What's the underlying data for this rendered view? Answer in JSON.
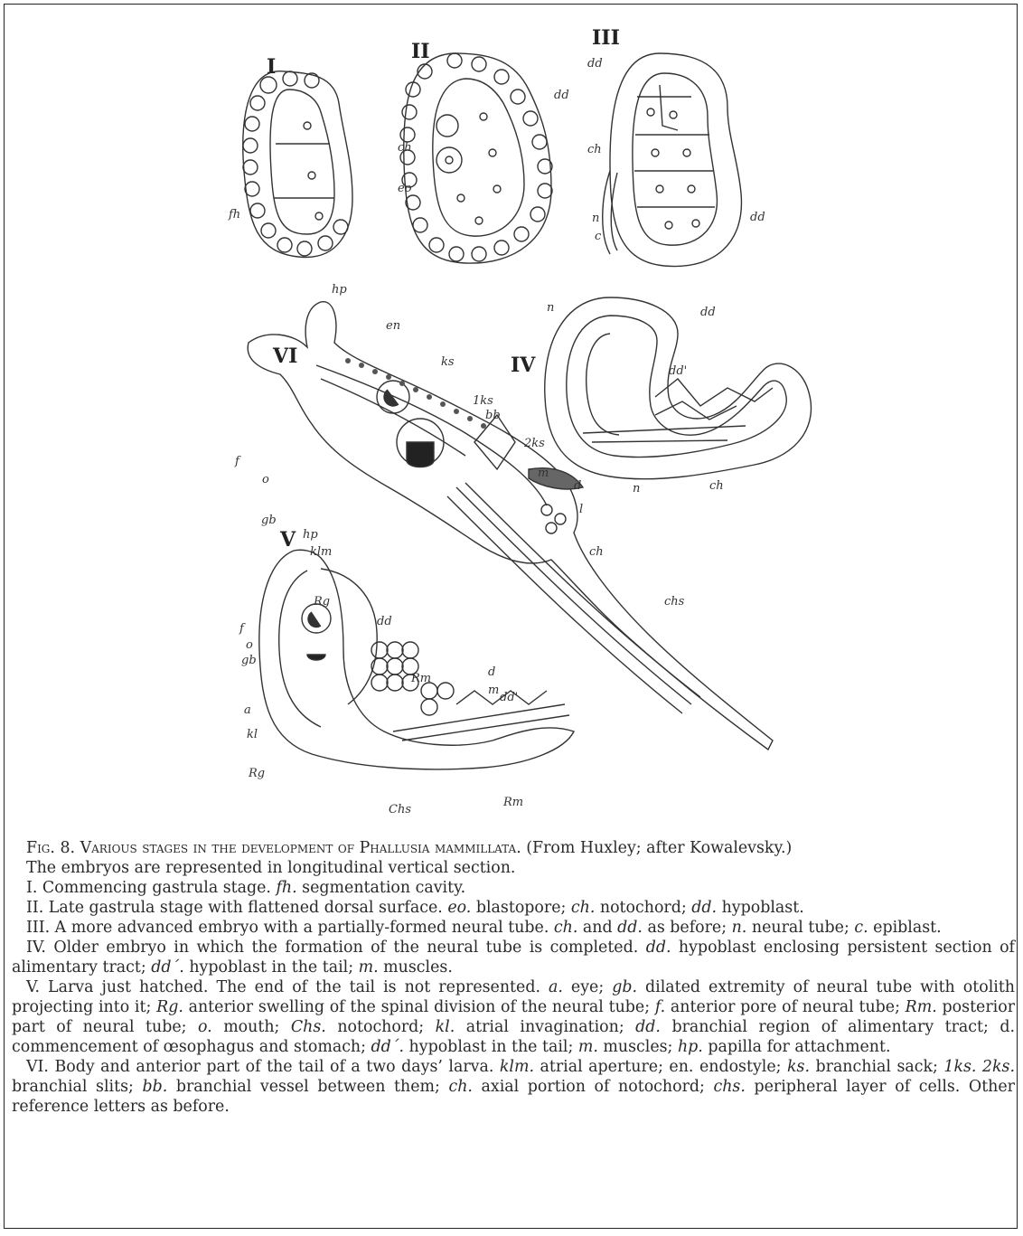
{
  "figure": {
    "stage_labels": [
      "I",
      "II",
      "III",
      "IV",
      "V",
      "VI"
    ],
    "stage1_labels": {
      "fh": "fh"
    },
    "stage2_labels": {
      "dd": "dd",
      "ch": "ch",
      "eo": "eo"
    },
    "stage3_labels": {
      "dd_top": "dd",
      "ch": "ch",
      "n": "n",
      "c": "c",
      "dd_right": "dd"
    },
    "stage4_labels": {
      "n_top": "n",
      "dd": "dd",
      "dd_prime": "dd'",
      "n_bottom": "n",
      "ch": "ch"
    },
    "stage5_labels": {
      "hp": "hp",
      "f": "f",
      "o": "o",
      "gb": "gb",
      "a": "a",
      "kl": "kl",
      "Rg": "Rg",
      "dd": "dd",
      "d": "d",
      "m": "m",
      "dd_prime": "dd'",
      "Chs": "Chs",
      "Rm": "Rm"
    },
    "stage6_labels": {
      "hp": "hp",
      "en": "en",
      "ks": "ks",
      "1ks": "1ks",
      "bb": "bb",
      "2ks": "2ks",
      "m": "m",
      "d": "d",
      "l": "l",
      "f": "f",
      "o": "o",
      "gb": "gb",
      "klm": "klm",
      "Rg": "Rg",
      "ch": "ch",
      "chs": "chs",
      "Rm": "Rm"
    }
  },
  "caption": {
    "fig_label": "Fig. 8.",
    "fig_title": "Various stages in the development of Phallusia mammillata.",
    "fig_source": "(From Huxley; after Kowalevsky.)",
    "intro": "The embryos are represented in longitudinal vertical section.",
    "items": [
      {
        "lead": "I. Commencing gastrula stage. ",
        "parts": [
          {
            "abbr": "fh.",
            "text": " segmentation cavity."
          }
        ]
      },
      {
        "lead": "II. Late gastrula stage with flattened dorsal surface. ",
        "parts": [
          {
            "abbr": "eo.",
            "text": " blastopore; "
          },
          {
            "abbr": "ch.",
            "text": " notochord; "
          },
          {
            "abbr": "dd.",
            "text": " hypoblast."
          }
        ]
      },
      {
        "lead": "III. A more advanced embryo with a partially-formed neural tube. ",
        "parts": [
          {
            "abbr": "ch.",
            "text": " and "
          },
          {
            "abbr": "dd.",
            "text": " as before; "
          },
          {
            "abbr": "n.",
            "text": " neural tube; "
          },
          {
            "abbr": "c.",
            "text": " epiblast."
          }
        ]
      },
      {
        "lead": "IV. Older embryo in which the formation of the neural tube is completed. ",
        "parts": [
          {
            "abbr": "dd.",
            "text": " hypoblast enclosing persistent section of alimentary tract; "
          },
          {
            "abbr": "dd´.",
            "text": " hypoblast in the tail; "
          },
          {
            "abbr": "m.",
            "text": " muscles."
          }
        ]
      },
      {
        "lead": "V. Larva just hatched. The end of the tail is not represented. ",
        "parts": [
          {
            "abbr": "a.",
            "text": " eye; "
          },
          {
            "abbr": "gb.",
            "text": " dilated extremity of neural tube with otolith projecting into it; "
          },
          {
            "abbr": "Rg.",
            "text": " anterior swelling of the spinal division of the neural tube; "
          },
          {
            "abbr": "f.",
            "text": " anterior pore of neural tube; "
          },
          {
            "abbr": "Rm.",
            "text": " posterior part of neural tube; "
          },
          {
            "abbr": "o.",
            "text": " mouth; "
          },
          {
            "abbr": "Chs.",
            "text": " notochord; "
          },
          {
            "abbr": "kl.",
            "text": " atrial invagination; "
          },
          {
            "abbr": "dd.",
            "text": " branchial region of alimentary tract; d. commencement of œsophagus and stomach; "
          },
          {
            "abbr": "dd´.",
            "text": " hypoblast in the tail; "
          },
          {
            "abbr": "m.",
            "text": " muscles; "
          },
          {
            "abbr": "hp.",
            "text": " papilla for attachment."
          }
        ]
      },
      {
        "lead": "VI. Body and anterior part of the tail of a two days’ larva. ",
        "parts": [
          {
            "abbr": "klm.",
            "text": " atrial aperture; en. endostyle; "
          },
          {
            "abbr": "ks.",
            "text": " branchial sack; "
          },
          {
            "abbr": "1ks. 2ks.",
            "text": " branchial slits; "
          },
          {
            "abbr": "bb.",
            "text": " branchial vessel between them; "
          },
          {
            "abbr": "ch.",
            "text": " axial portion of notochord; "
          },
          {
            "abbr": "chs.",
            "text": " peripheral layer of cells. Other reference letters as before."
          }
        ]
      }
    ]
  }
}
